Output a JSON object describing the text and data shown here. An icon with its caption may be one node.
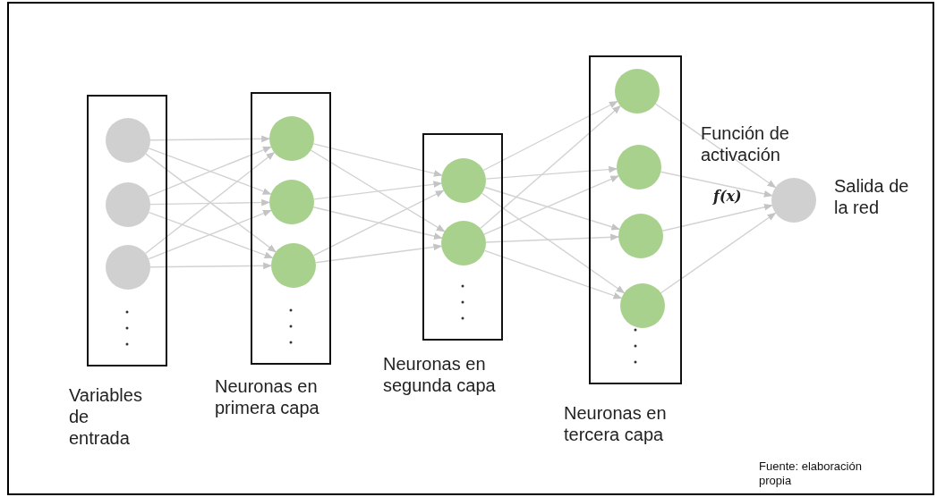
{
  "diagram": {
    "caption": "Fuente: elaboración propia",
    "nodes": [
      {
        "text": [
          "Variables de entrada"
        ]
      },
      {
        "text": [],
        "shape": "circle",
        "in": 0
      },
      {
        "text": [],
        "shape": "circle",
        "in": 0
      },
      {
        "text": [],
        "shape": "circle",
        "in": 0
      },
      {
        "text": [
          "Neuronas en primera capa"
        ]
      },
      {
        "text": [],
        "shape": "circle",
        "in": 4
      },
      {
        "text": [],
        "shape": "circle",
        "in": 4
      },
      {
        "text": [],
        "shape": "circle",
        "in": 4
      },
      {
        "text": [
          "Neuronas en segunda capa"
        ]
      },
      {
        "text": [],
        "shape": "circle",
        "in": 8
      },
      {
        "text": [],
        "shape": "circle",
        "in": 8
      },
      {
        "text": [
          "Neuronas en tercera capa"
        ]
      },
      {
        "text": [],
        "shape": "circle",
        "in": 11
      },
      {
        "text": [],
        "shape": "circle",
        "in": 11
      },
      {
        "text": [],
        "shape": "circle",
        "in": 11
      },
      {
        "text": [],
        "shape": "circle",
        "in": 11
      },
      {
        "text": [],
        "shape": "circle",
        "beside": [
          "Salida de la red"
        ]
      }
    ],
    "edges": [
      {
        "from": 1,
        "to": 5,
        "arrow": "to"
      },
      {
        "from": 1,
        "to": 6,
        "arrow": "to"
      },
      {
        "from": 1,
        "to": 7,
        "arrow": "to"
      },
      {
        "from": 2,
        "to": 5,
        "arrow": "to"
      },
      {
        "from": 2,
        "to": 6,
        "arrow": "to"
      },
      {
        "from": 2,
        "to": 7,
        "arrow": "to"
      },
      {
        "from": 3,
        "to": 5,
        "arrow": "to"
      },
      {
        "from": 3,
        "to": 6,
        "arrow": "to"
      },
      {
        "from": 3,
        "to": 7,
        "arrow": "to"
      },
      {
        "from": 5,
        "to": 9,
        "arrow": "to"
      },
      {
        "from": 5,
        "to": 10,
        "arrow": "to"
      },
      {
        "from": 6,
        "to": 9,
        "arrow": "to"
      },
      {
        "from": 6,
        "to": 10,
        "arrow": "to"
      },
      {
        "from": 7,
        "to": 9,
        "arrow": "to"
      },
      {
        "from": 7,
        "to": 10,
        "arrow": "to"
      },
      {
        "from": 9,
        "to": 12,
        "arrow": "to"
      },
      {
        "from": 9,
        "to": 13,
        "arrow": "to"
      },
      {
        "from": 9,
        "to": 14,
        "arrow": "to"
      },
      {
        "from": 9,
        "to": 15,
        "arrow": "to"
      },
      {
        "from": 10,
        "to": 12,
        "arrow": "to"
      },
      {
        "from": 10,
        "to": 13,
        "arrow": "to"
      },
      {
        "from": 10,
        "to": 14,
        "arrow": "to"
      },
      {
        "from": 10,
        "to": 15,
        "arrow": "to"
      },
      {
        "from": 12,
        "to": 16,
        "arrow": "to"
      },
      {
        "from": 13,
        "to": 16,
        "arrow": "to"
      },
      {
        "from": 14,
        "to": 16,
        "arrow": "to"
      },
      {
        "from": 15,
        "to": 16,
        "arrow": "to"
      }
    ],
    "labels": [
      "Función de activación",
      "f(x)"
    ]
  }
}
